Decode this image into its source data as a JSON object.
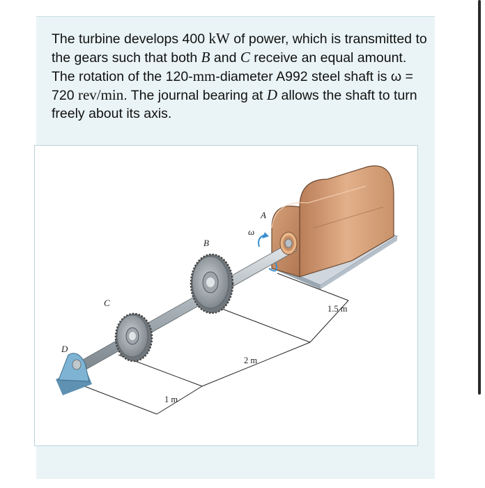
{
  "problem": {
    "part1": "The turbine develops 400 ",
    "power_unit": "kW",
    "part2": " of power, which is transmitted to the gears such that both ",
    "var_B": "B",
    "part3": " and ",
    "var_C": "C",
    "part4": " receive an equal amount. The rotation of the 120-",
    "mm": "mm",
    "part5": "-diameter A992 steel shaft is ω = 720 ",
    "rate_unit": "rev/min",
    "part6": ". The journal bearing at ",
    "var_D": "D",
    "part7": " allows the shaft to turn freely about its axis."
  },
  "figure": {
    "labels": {
      "A": "A",
      "B": "B",
      "C": "C",
      "D": "D",
      "omega": "ω"
    },
    "dimensions": {
      "d1": "1 m",
      "d2": "2 m",
      "d3": "1.5 m"
    },
    "colors": {
      "turbine_body": "#c9926a",
      "gear": "#8f979c",
      "bearing": "#7eb3d4",
      "shaft": "#a9b2b8",
      "omega_arrow": "#3a8fd0"
    }
  }
}
